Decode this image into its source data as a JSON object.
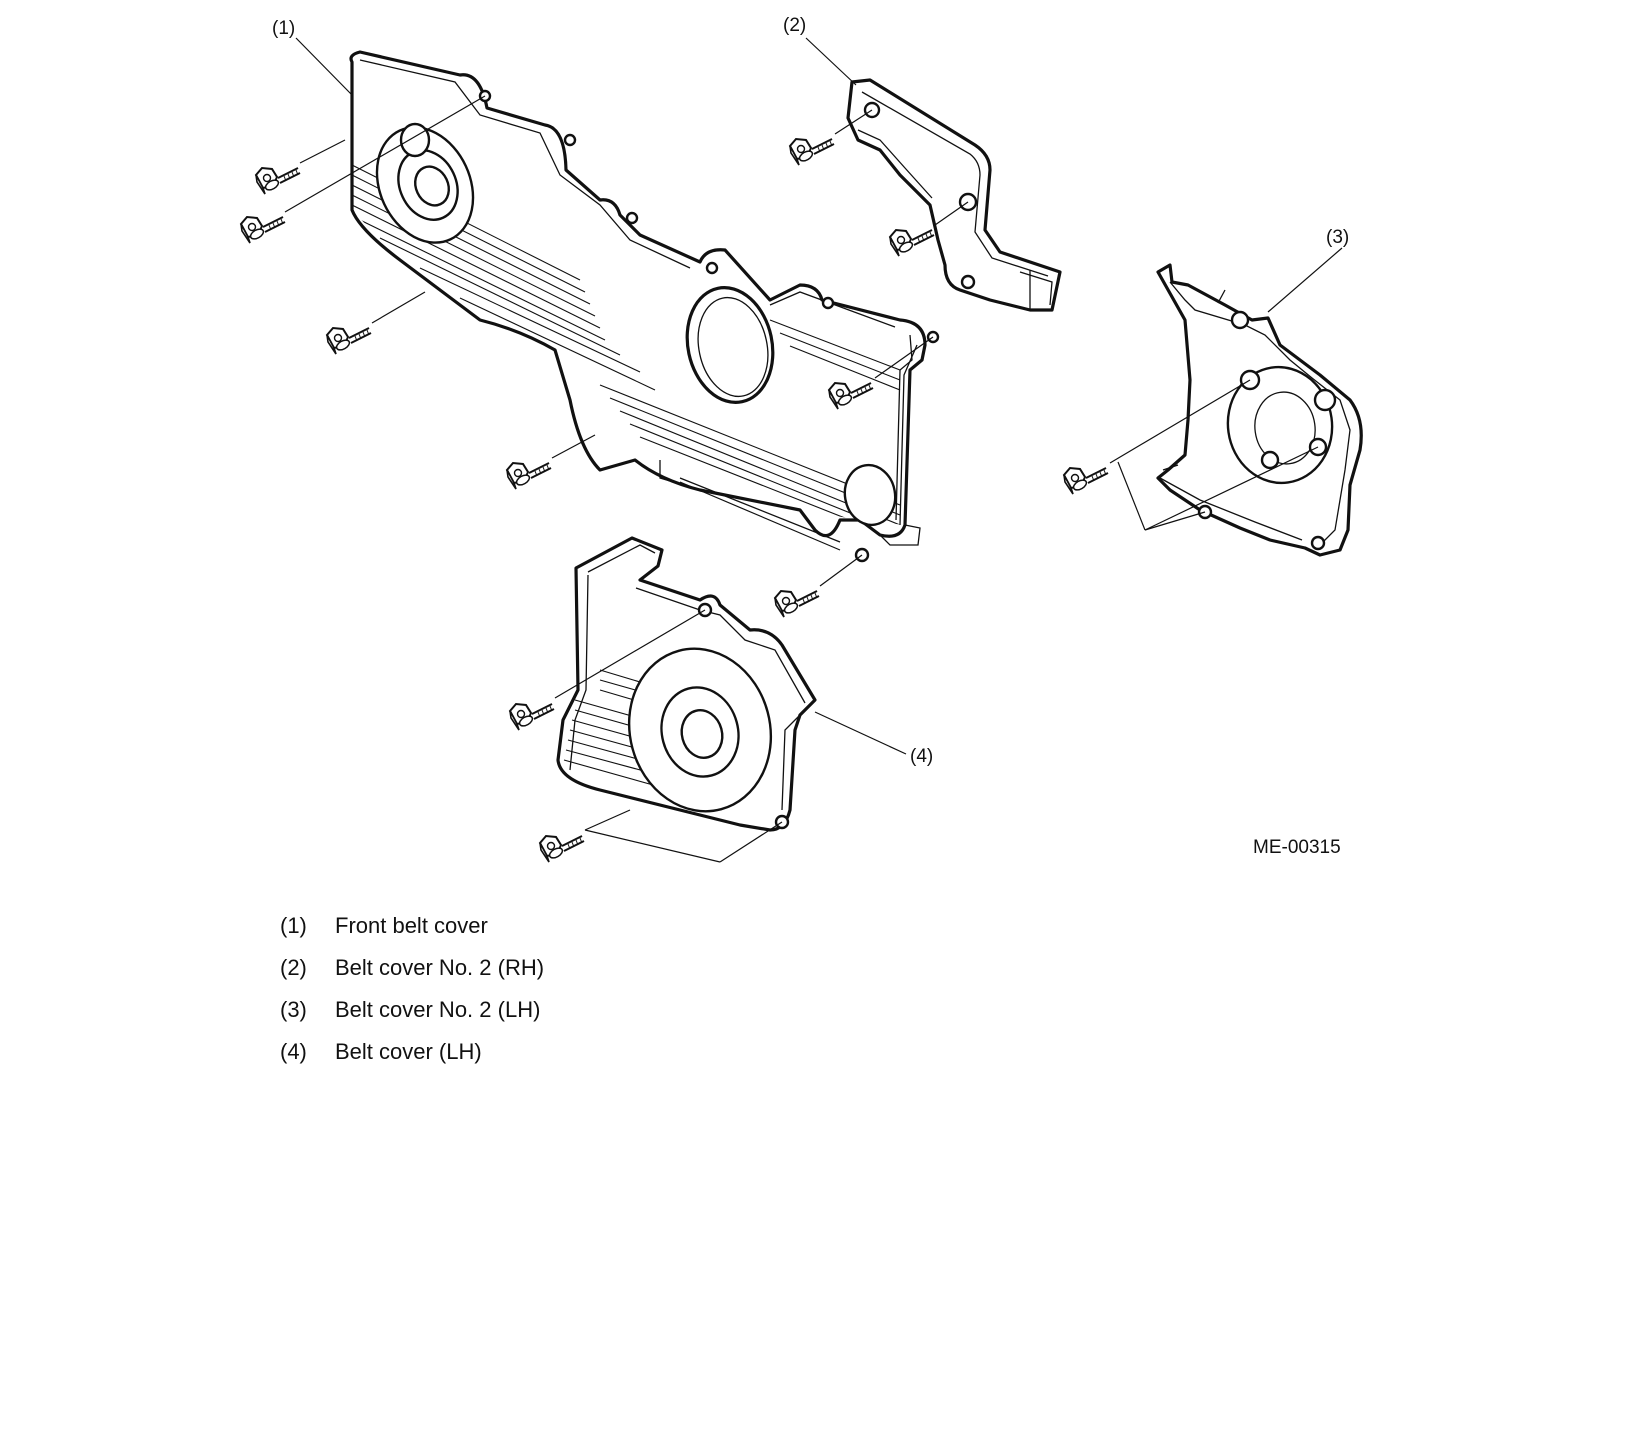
{
  "callouts": {
    "c1": "(1)",
    "c2": "(2)",
    "c3": "(3)",
    "c4": "(4)"
  },
  "figure_code": "ME-00315",
  "legend": [
    {
      "num": "(1)",
      "label": "Front belt cover"
    },
    {
      "num": "(2)",
      "label": "Belt cover No. 2 (RH)"
    },
    {
      "num": "(3)",
      "label": "Belt cover No. 2 (LH)"
    },
    {
      "num": "(4)",
      "label": "Belt cover (LH)"
    }
  ],
  "colors": {
    "line": "#111111",
    "background": "#ffffff"
  }
}
